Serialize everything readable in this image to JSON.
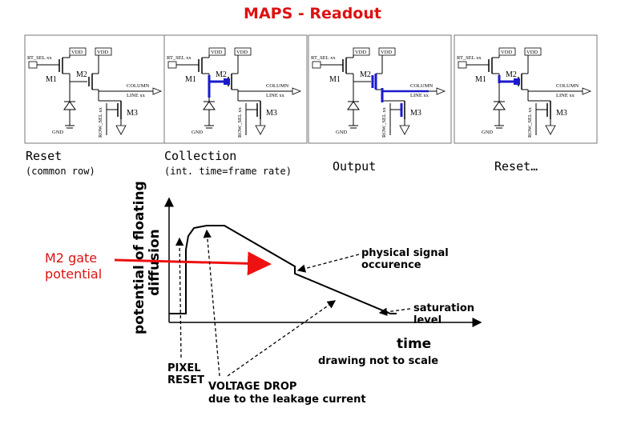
{
  "title": "MAPS - Readout",
  "phases": [
    {
      "label": "Reset",
      "sub": "(common row)"
    },
    {
      "label": "Collection",
      "sub": "(int. time=frame rate)"
    },
    {
      "label": "Output",
      "sub": ""
    },
    {
      "label": "Reset…",
      "sub": ""
    }
  ],
  "circuit": {
    "vdd": "VDD",
    "rt_sel": "RT_SEL xx",
    "m1": "M1",
    "m2": "M2",
    "m3": "M3",
    "column_line_1": "COLUMN",
    "column_line_2": "LINE xx",
    "gnd": "GND",
    "row_sel": "ROW_SEL xx",
    "wire_color": "#000000",
    "highlight_color": "#1a1acc"
  },
  "plot": {
    "m2_gate_potential": "M2 gate\npotential",
    "ylabel_line1": "potential of floating",
    "ylabel_line2": "diffusion",
    "xlabel": "time",
    "annotations": {
      "physical_signal_1": "physical signal",
      "physical_signal_2": "occurence",
      "saturation_1": "saturation",
      "saturation_2": "level",
      "drawing_note": "drawing not to scale",
      "pixel_reset_1": "PIXEL",
      "pixel_reset_2": "RESET",
      "voltage_drop": "VOLTAGE DROP",
      "leakage": "due to the leakage current"
    },
    "arrow_color": "#ee1111"
  }
}
